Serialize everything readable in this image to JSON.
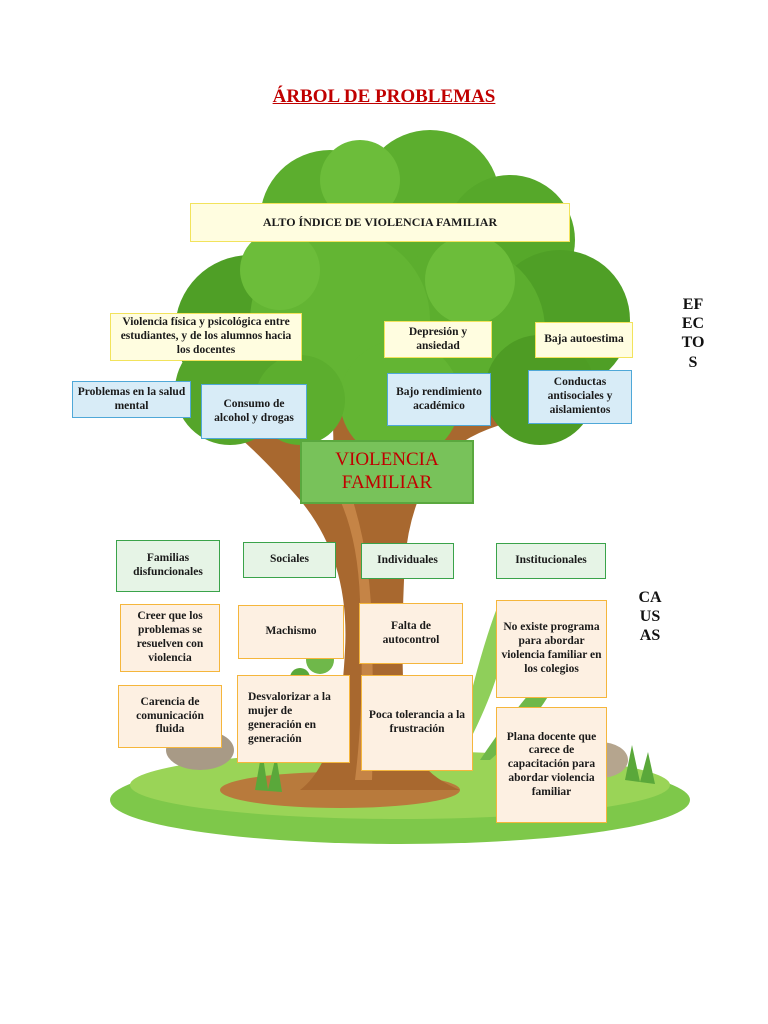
{
  "title": "ÁRBOL DE PROBLEMAS",
  "top_effect": "ALTO ÍNDICE DE VIOLENCIA FAMILIAR",
  "effects": {
    "violencia_fisica": "Violencia física y psicológica entre estudiantes, y de los alumnos hacia los docentes",
    "depresion": "Depresión y ansiedad",
    "baja_autoestima": "Baja autoestima",
    "problemas_salud": "Problemas en la salud mental",
    "consumo": "Consumo de alcohol y drogas",
    "bajo_rendimiento": "Bajo rendimiento académico",
    "conductas": "Conductas antisociales y aislamientos"
  },
  "central_problem": "VIOLENCIA FAMILIAR",
  "cause_categories": {
    "familias": "Familias disfuncionales",
    "sociales": "Sociales",
    "individuales": "Individuales",
    "institucionales": "Institucionales"
  },
  "causes": {
    "creer": "Creer que los problemas se resuelven con violencia",
    "carencia": "Carencia de comunicación fluida",
    "machismo": "Machismo",
    "desvalorizar": "Desvalorizar a la mujer de generación en generación",
    "falta_autocontrol": "Falta de autocontrol",
    "poca_tolerancia": "Poca tolerancia a la frustración",
    "no_programa": "No existe programa para abordar violencia familiar en los colegios",
    "plana_docente": "Plana docente que carece de capacitación para abordar violencia familiar"
  },
  "side_labels": {
    "efectos": "EFECTOS",
    "causas": "CAUSAS"
  },
  "colors": {
    "title": "#c00000",
    "yellow_box": "#fffde0",
    "blue_box": "#d8ecf7",
    "green_box": "#e6f4e6",
    "orange_box": "#fdf0e2",
    "central_box": "#78c25a",
    "foliage": "#5cae2e",
    "trunk": "#a8682f"
  }
}
